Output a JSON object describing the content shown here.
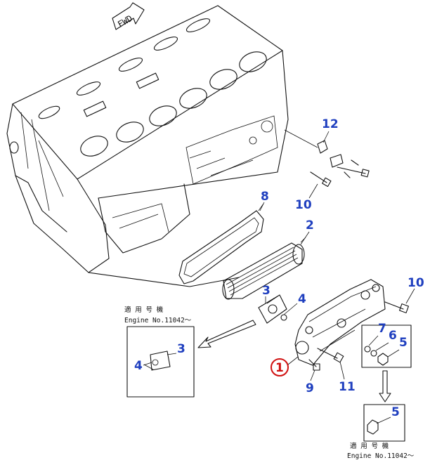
{
  "diagram": {
    "direction_marker": "FWD",
    "engine_note": {
      "applicable_label": "適 用 号 機",
      "engine_number": "Engine No.11042～"
    },
    "part_numbers": {
      "n1": "1",
      "n2": "2",
      "n3": "3",
      "n4": "4",
      "n5": "5",
      "n6": "6",
      "n7": "7",
      "n8": "8",
      "n9": "9",
      "n10": "10",
      "n11": "11",
      "n12": "12"
    },
    "highlighted_part": "1",
    "colors": {
      "label": "#1f3fbf",
      "highlight": "#d01010",
      "line": "#111111"
    }
  }
}
